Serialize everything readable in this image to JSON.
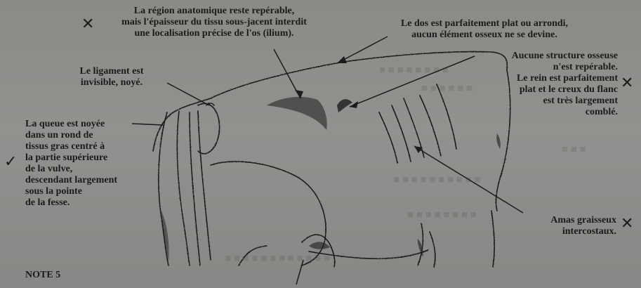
{
  "labels": {
    "region": "La région anatomique reste repérable,\nmais l'épaisseur du tissu sous-jacent interdit\nune localisation précise de l'os (ilium).",
    "dos": "Le dos est parfaitement plat ou arrondi,\naucun élément osseux ne se devine.",
    "ligament": "Le ligament est\ninvisible, noyé.",
    "structure": "Aucune structure osseuse\nn'est repérable.\nLe rein est parfaitement\nplat et le creux du flanc\nest très largement\ncomblé.",
    "queue": "La queue est noyée\ndans un rond de\ntissus gras centré à\nla partie supérieure\nde la vulve,\ndescendant largement\nsous la pointe\nde la fesse.",
    "amas": "Amas graisseux\nintercostaux.",
    "note": "NOTE 5"
  },
  "marks": {
    "cross": "✕",
    "check": "✓",
    "check_left": "✓"
  },
  "colors": {
    "paper": "#8b8c89",
    "ink": "#1b1b1b"
  }
}
